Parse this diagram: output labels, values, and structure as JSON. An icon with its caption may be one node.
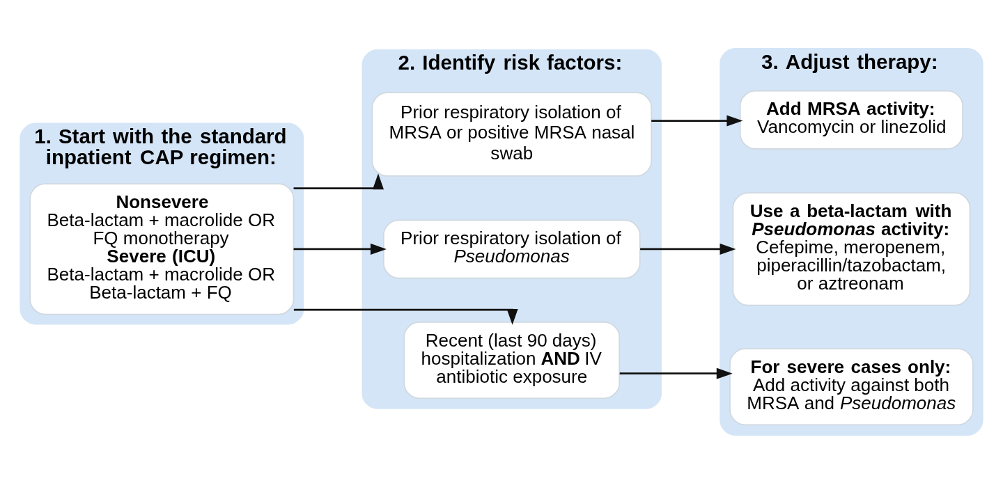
{
  "diagram": {
    "nodes": [
      {
        "text": [
          "1. Start with the standard inpatient CAP regimen:"
        ]
      },
      {
        "text": [
          "2. Identify risk factors:"
        ]
      },
      {
        "text": [
          "3. Adjust therapy:"
        ]
      },
      {
        "text": [
          "Nonsevere",
          "Beta-lactam + macrolide OR FQ monotherapy",
          "Severe (ICU)",
          "Beta-lactam + macrolide OR Beta-lactam + FQ"
        ],
        "in": 0
      },
      {
        "text": [
          "Prior respiratory isolation of MRSA or positive MRSA nasal swab"
        ],
        "in": 1
      },
      {
        "text": [
          "Prior respiratory isolation of *Pseudomonas*"
        ],
        "in": 1
      },
      {
        "text": [
          "Recent (last 90 days) hospitalization **AND** IV antibiotic exposure"
        ],
        "in": 1
      },
      {
        "text": [
          "Add MRSA activity:",
          "Vancomycin or linezolid"
        ],
        "in": 2
      },
      {
        "text": [
          "Use a beta-lactam with *Pseudomonas* activity:",
          "Cefepime, meropenem, piperacillin/tazobactam, or aztreonam"
        ],
        "in": 2
      },
      {
        "text": [
          "For severe cases only:",
          "Add activity against both MRSA and *Pseudomonas*"
        ],
        "in": 2
      }
    ],
    "edges": [
      {
        "from": 3,
        "to": 4,
        "arrow": "to"
      },
      {
        "from": 3,
        "to": 5,
        "arrow": "to"
      },
      {
        "from": 3,
        "to": 6,
        "arrow": "to"
      },
      {
        "from": 4,
        "to": 7,
        "arrow": "to"
      },
      {
        "from": 5,
        "to": 8,
        "arrow": "to"
      },
      {
        "from": 6,
        "to": 9,
        "arrow": "to"
      }
    ]
  }
}
